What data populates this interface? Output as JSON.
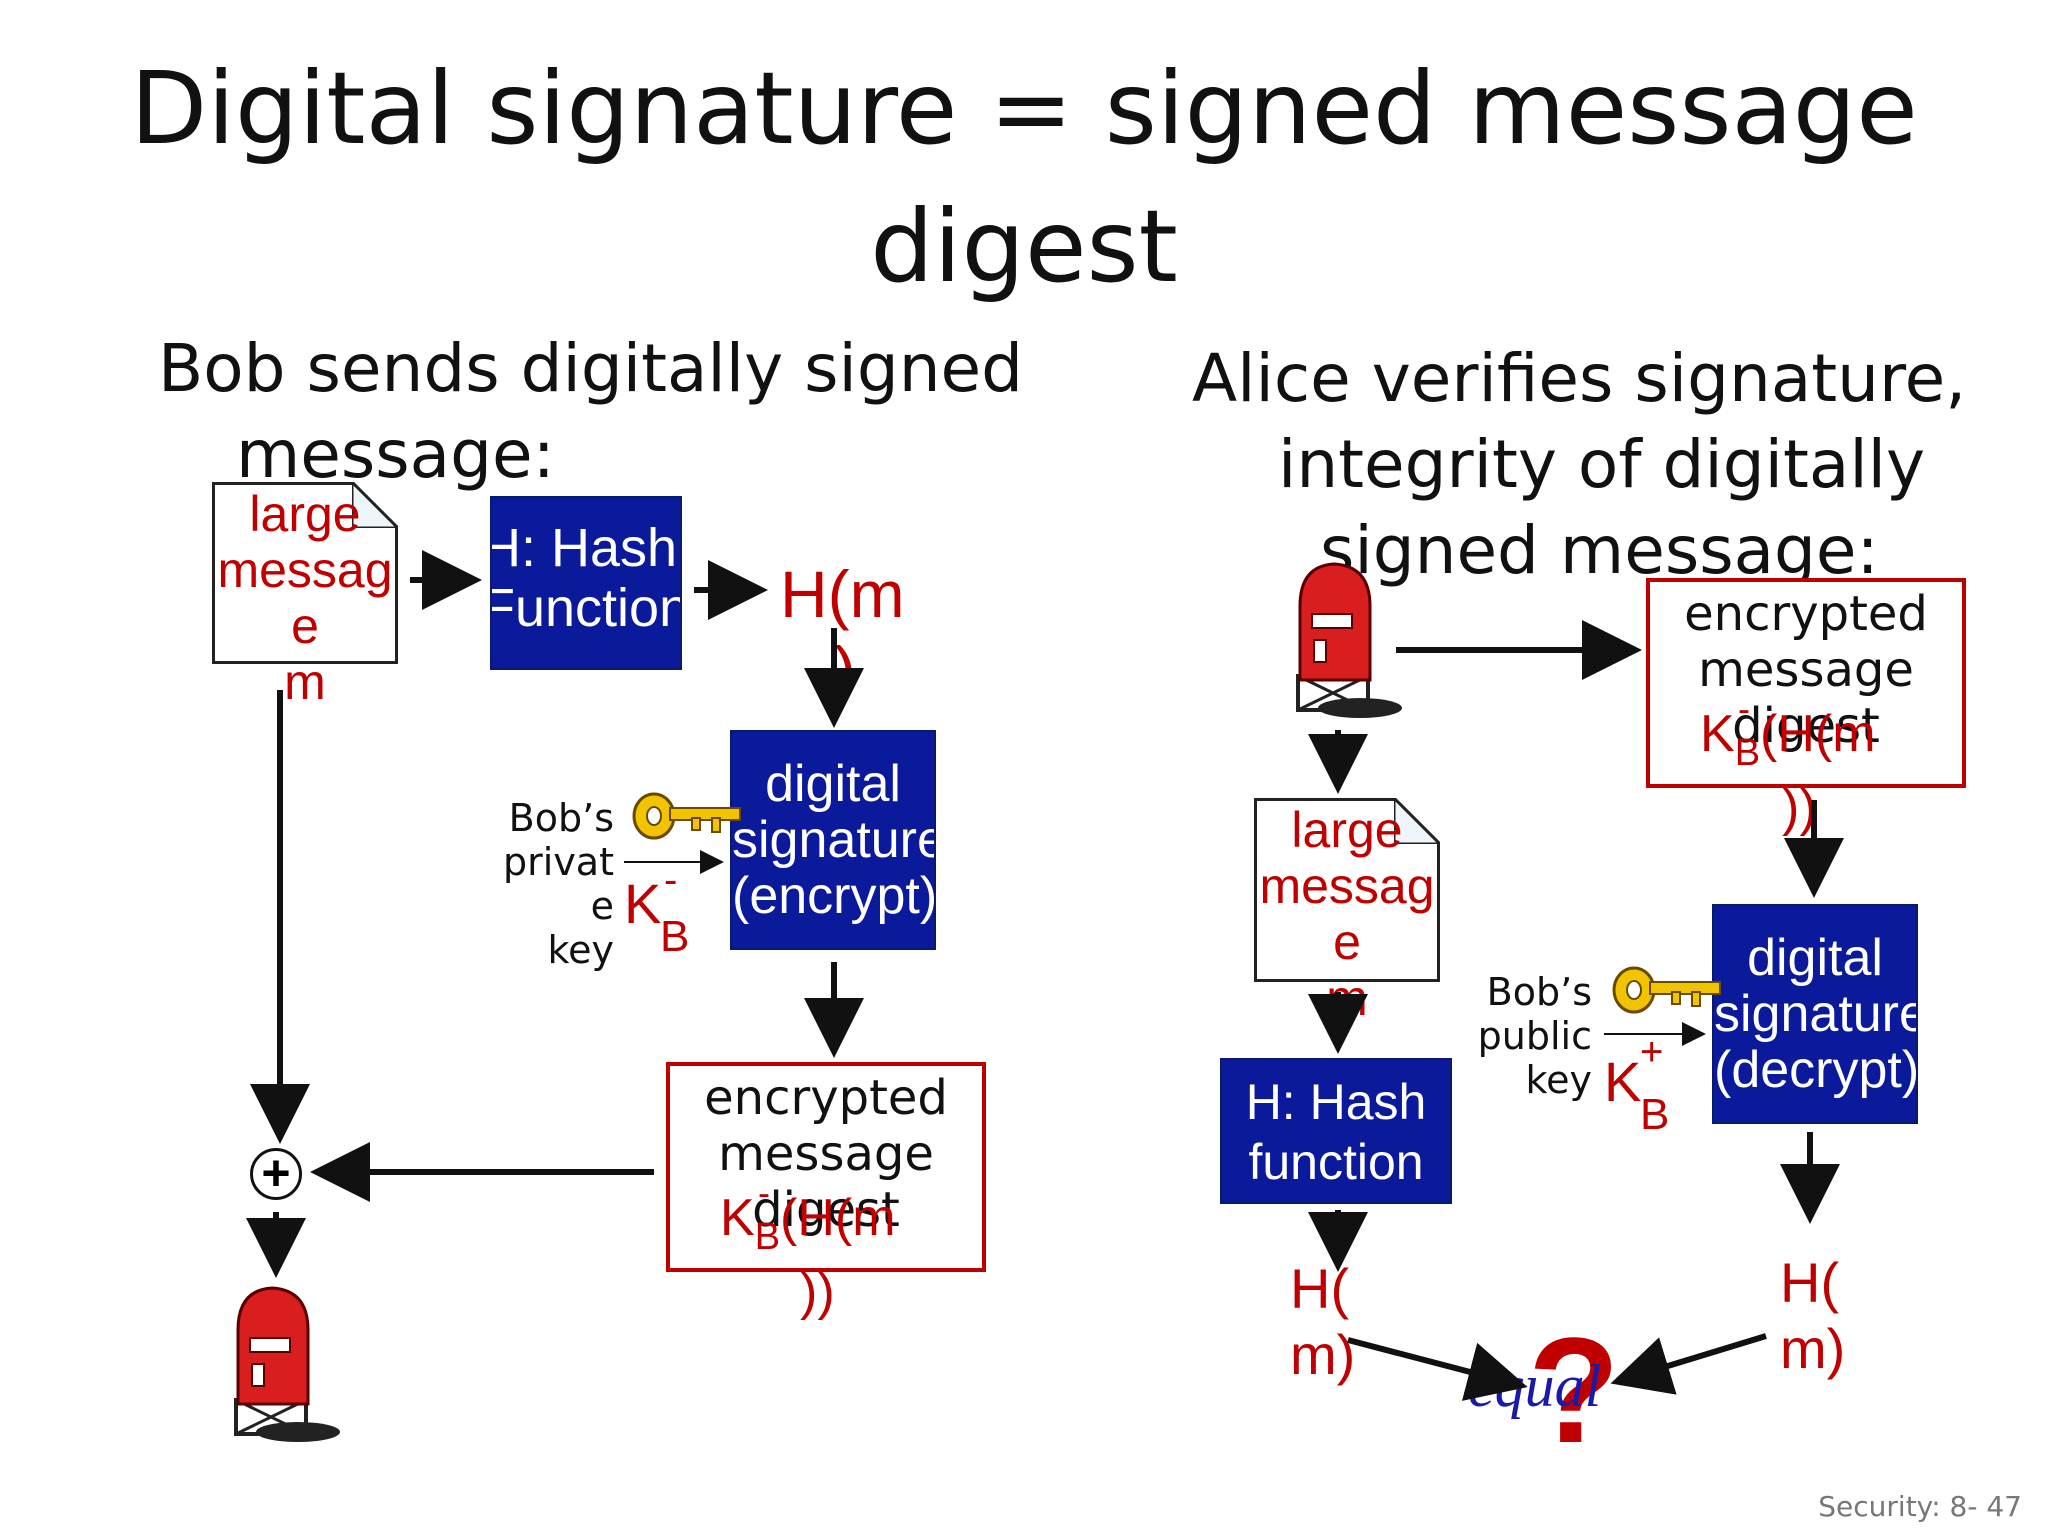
{
  "title": {
    "line1": "Digital signature = signed message",
    "line2": "digest"
  },
  "left": {
    "heading1": "Bob sends digitally signed",
    "heading2": "message:",
    "doc": {
      "l1": "large",
      "l2": "messag",
      "l3": "e",
      "l4": "m"
    },
    "hash_box": {
      "l1": "H: Hash",
      "l2": "Function"
    },
    "hm": {
      "l1": "H(m",
      "l2": ")"
    },
    "sign_box": {
      "l1": "digital",
      "l2": "signature",
      "l3": "(encrypt)"
    },
    "key_label": {
      "l1": "Bob’s",
      "l2": "privat",
      "l3": "e",
      "l4": "key"
    },
    "key_symbol": {
      "k": "K",
      "sub": "B",
      "sup": "-"
    },
    "enc_box": {
      "l1": "encrypted",
      "l2": "message",
      "l3": "digest",
      "k": "K",
      "sub": "B",
      "sup": "-",
      "expr": "(H(m",
      "expr2": "))"
    },
    "plus": "+"
  },
  "right": {
    "heading1": "Alice verifies signature,",
    "heading2": "integrity of digitally",
    "heading3": "signed message:",
    "enc_box": {
      "l1": "encrypted",
      "l2": "message",
      "l3": "digest",
      "k": "K",
      "sub": "B",
      "sup": "-",
      "expr": "(H(m",
      "expr2": "))"
    },
    "doc": {
      "l1": "large",
      "l2": "messag",
      "l3": "e",
      "l4": "m"
    },
    "hash_box": {
      "l1": "H: Hash",
      "l2": "function"
    },
    "verify_box": {
      "l1": "digital",
      "l2": "signature",
      "l3": "(decrypt)"
    },
    "key_label": {
      "l1": "Bob’s",
      "l2": "public",
      "l3": "key"
    },
    "key_symbol": {
      "k": "K",
      "sub": "B",
      "sup": "+"
    },
    "hm_left": {
      "l1": "H(",
      "l2": "m)"
    },
    "hm_right": {
      "l1": "H(",
      "l2": "m)"
    },
    "equal": "equal",
    "question": "?"
  },
  "footer": "Security: 8- 47",
  "colors": {
    "accent_red": "#c00000",
    "box_blue": "#0a1a9a",
    "text": "#111111"
  }
}
